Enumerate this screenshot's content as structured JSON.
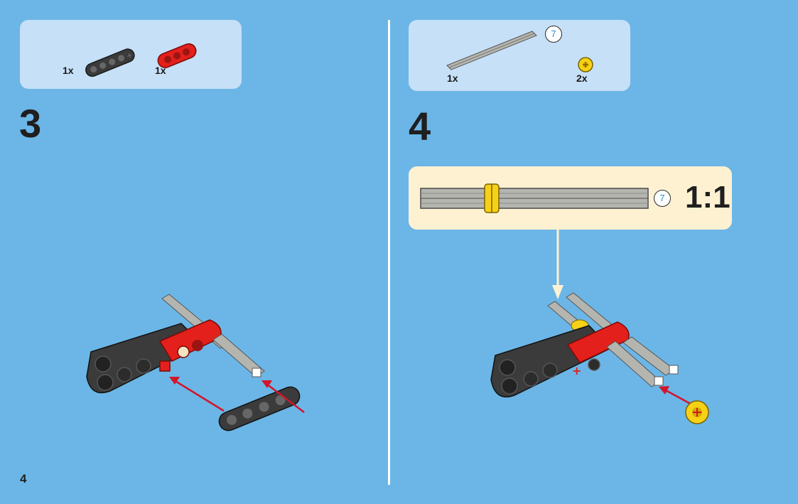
{
  "page": {
    "number": "4"
  },
  "step3": {
    "number": "3",
    "parts": [
      {
        "name": "dark-gray-beam",
        "qty": "1x",
        "color": "#4a4a4a"
      },
      {
        "name": "red-beam",
        "qty": "1x",
        "color": "#e3201b"
      }
    ]
  },
  "step4": {
    "number": "4",
    "parts": [
      {
        "name": "gray-axle",
        "qty": "1x",
        "length_ref": "7",
        "color": "#b5b5b0"
      },
      {
        "name": "yellow-bush",
        "qty": "2x",
        "color": "#f7d117"
      }
    ],
    "callout": {
      "length_ref": "7",
      "scale": "1:1"
    }
  },
  "colors": {
    "background": "#6bb6e6",
    "parts_box": "#c6e0f7",
    "callout_box": "#fdf1d2",
    "arrow": "#d4142a",
    "axle": "#b5b5b0",
    "beam_dark": "#3b3b3b",
    "beam_red": "#e3201b",
    "bush": "#f7d117"
  }
}
